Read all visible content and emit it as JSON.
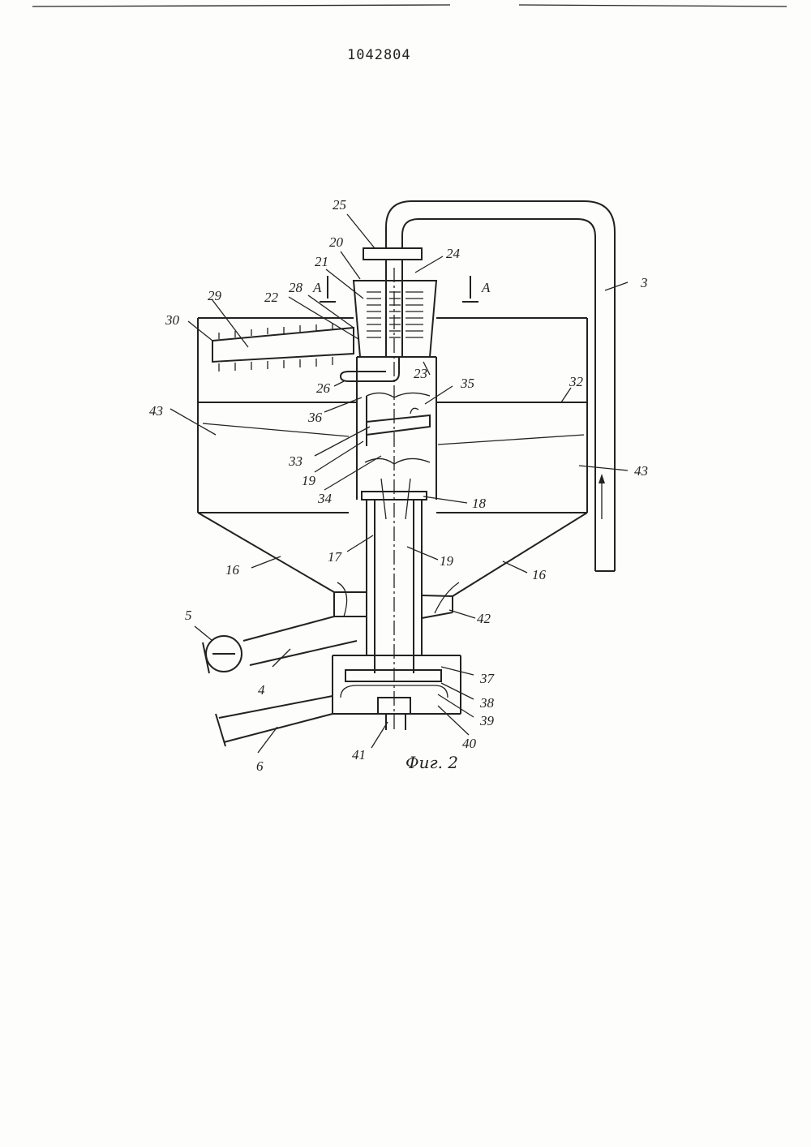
{
  "document": {
    "number": "1042804",
    "caption": "Фиг. 2",
    "section_mark": "A"
  },
  "labels": [
    "3",
    "4",
    "5",
    "6",
    "16",
    "16",
    "17",
    "18",
    "19",
    "19",
    "20",
    "21",
    "22",
    "23",
    "24",
    "25",
    "26",
    "28",
    "29",
    "30",
    "32",
    "33",
    "34",
    "35",
    "36",
    "37",
    "38",
    "39",
    "40",
    "41",
    "42",
    "43",
    "43"
  ]
}
